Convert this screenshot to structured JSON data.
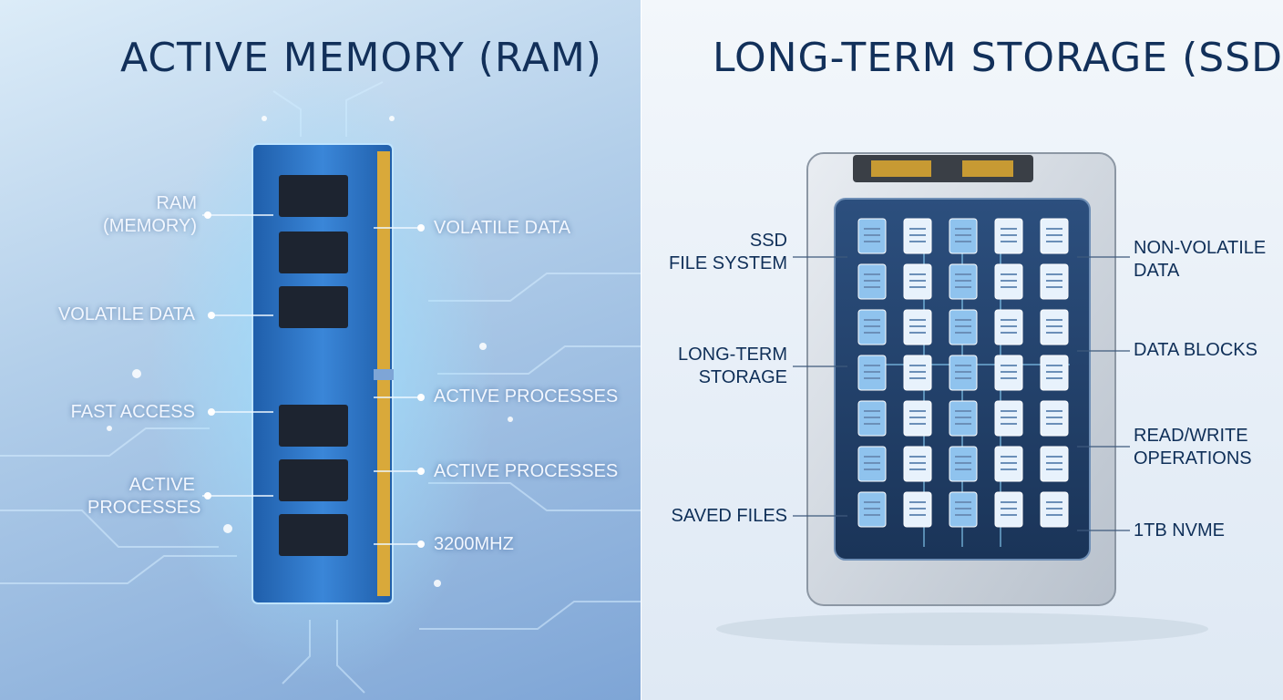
{
  "left": {
    "title": "ACTIVE MEMORY (RAM)",
    "labels": {
      "ram_memory": [
        "RAM",
        "(MEMORY)"
      ],
      "volatile_left": "VOLATILE DATA",
      "fast_access": "FAST ACCESS",
      "active_processes_left": [
        "ACTIVE",
        "PROCESSES"
      ],
      "volatile_right": "VOLATILE DATA",
      "active_processes_r1": "ACTIVE PROCESSES",
      "active_processes_r2": "ACTIVE PROCESSES",
      "speed": "3200MHz"
    }
  },
  "right": {
    "title": "LONG-TERM STORAGE (SSD)",
    "labels": {
      "ssd_fs": [
        "SSD",
        "FILE SYSTEM"
      ],
      "long_term": [
        "LONG-TERM",
        "STORAGE"
      ],
      "saved_files": "SAVED FILES",
      "non_volatile": [
        "NON-VOLATILE",
        "DATA"
      ],
      "data_blocks": "DATA BLOCKS",
      "read_write": [
        "READ/WRITE",
        "OPERATIONS"
      ],
      "capacity": "1TB NVMe"
    }
  },
  "colors": {
    "title": "#12305a",
    "pcb": "#2a6fc2",
    "chip": "#1d2430",
    "ssd_screen": "#1f3e66",
    "glow": "#8fd8ff"
  },
  "icons": [
    "document-icon",
    "folder-icon",
    "video-folder-icon",
    "image-icon",
    "code-icon"
  ]
}
